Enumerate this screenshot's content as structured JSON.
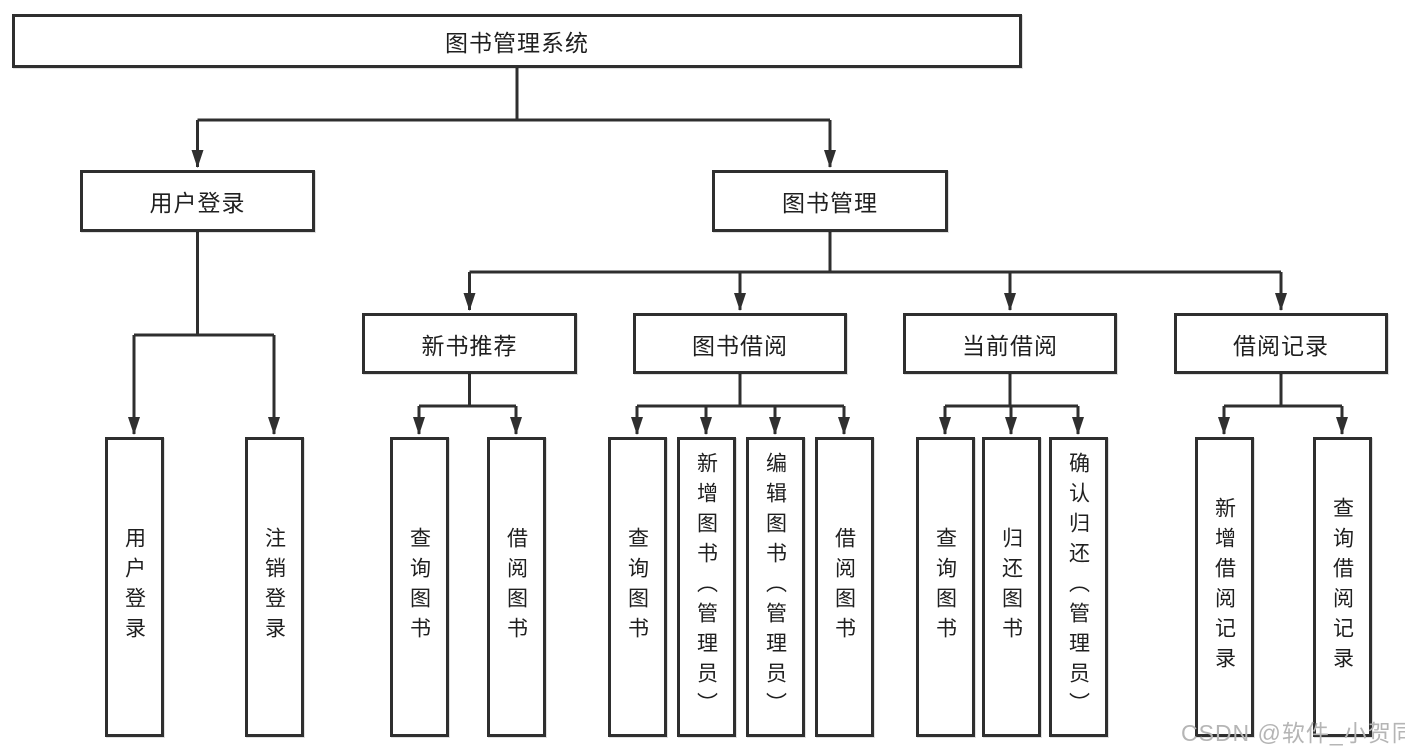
{
  "diagram": {
    "root": {
      "label": "图书管理系统"
    },
    "branches": {
      "user_login": {
        "label": "用户登录",
        "leaves": [
          "用户登录",
          "注销登录"
        ]
      },
      "book_management": {
        "label": "图书管理",
        "sections": {
          "new_book_recommend": {
            "label": "新书推荐",
            "leaves": [
              "查询图书",
              "借阅图书"
            ]
          },
          "book_borrowing": {
            "label": "图书借阅",
            "leaves": [
              "查询图书",
              "新增图书（管理员）",
              "编辑图书（管理员）",
              "借阅图书"
            ]
          },
          "current_borrowing": {
            "label": "当前借阅",
            "leaves": [
              "查询图书",
              "归还图书",
              "确认归还（管理员）"
            ]
          },
          "borrowing_records": {
            "label": "借阅记录",
            "leaves": [
              "新增借阅记录",
              "查询借阅记录"
            ]
          }
        }
      }
    }
  },
  "watermark": {
    "text": "CSDN @软件_小贺同学"
  },
  "colors": {
    "line": "#2f2f2f",
    "text": "#1f1f1f",
    "background": "#ffffff",
    "watermark": "#b5b5b5"
  }
}
